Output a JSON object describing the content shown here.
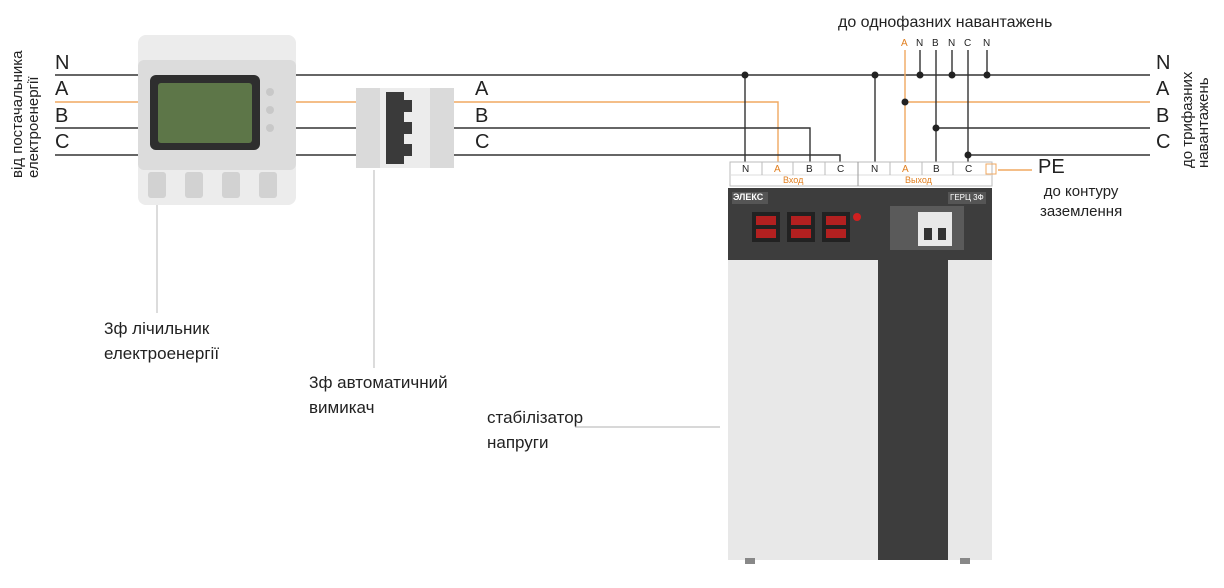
{
  "colors": {
    "line": "#333333",
    "accent": "#f0a860",
    "accent_text": "#e07f20",
    "device_light": "#e6e6e6",
    "device_dark": "#3d3d3d",
    "display": "#5d7648"
  },
  "source_label": [
    "від постачальника",
    "електроенергії"
  ],
  "three_phase_loads_label": [
    "до трифазних",
    "навантажень"
  ],
  "single_phase_loads_label": "до однофазних навантажень",
  "lines_left": [
    "N",
    "A",
    "B",
    "C"
  ],
  "lines_mid": [
    "A",
    "B",
    "C"
  ],
  "lines_right": [
    "N",
    "A",
    "B",
    "C"
  ],
  "single_phase_taps": [
    "A",
    "N",
    "B",
    "N",
    "C",
    "N"
  ],
  "terminal_labels": [
    "N",
    "A",
    "B",
    "C",
    "N",
    "A",
    "B",
    "C"
  ],
  "input_label": "Вход",
  "output_label": "Выход",
  "pe": {
    "label": "PE",
    "caption": [
      "до контуру",
      "заземлення"
    ]
  },
  "meter_caption": [
    "3ф лічильник",
    "електроенергії"
  ],
  "breaker_caption": [
    "3ф автоматичний",
    "вимикач"
  ],
  "stabilizer_caption": [
    "стабілізатор",
    "напруги"
  ],
  "brand": {
    "name": "ЭЛЕКС",
    "model": "ГЕРЦ 3Ф"
  }
}
